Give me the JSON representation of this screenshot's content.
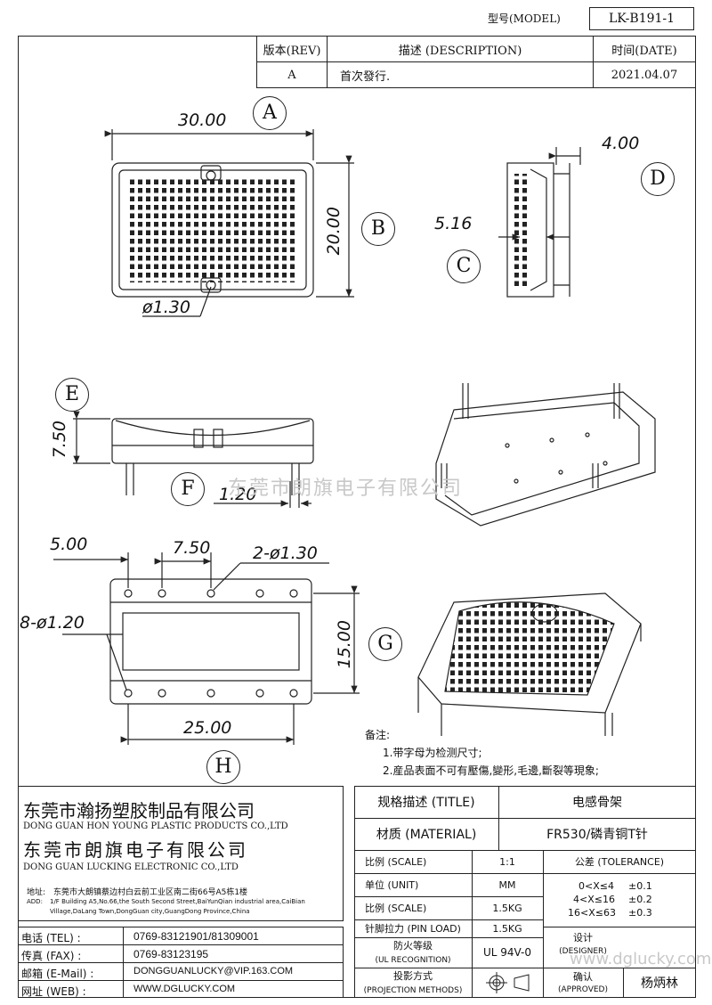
{
  "header": {
    "model_label": "型号(MODEL)",
    "model_value": "LK-B191-1"
  },
  "revision": {
    "col_rev": "版本(REV)",
    "col_desc": "描述 (DESCRIPTION)",
    "col_date": "时间(DATE)",
    "rev": "A",
    "desc": "首次發行.",
    "date": "2021.04.07"
  },
  "dimensions": {
    "width": "30.00",
    "height": "20.00",
    "side_top": "4.00",
    "side_mid": "5.16",
    "hole_dia": "ø1.30",
    "front_height": "7.50",
    "pin_w": "1.20",
    "pitch_start": "5.00",
    "pitch": "7.50",
    "holes_top": "2-ø1.30",
    "holes_side": "8-ø1.20",
    "bottom_height": "15.00",
    "bottom_width": "25.00"
  },
  "labels": {
    "A": "A",
    "B": "B",
    "C": "C",
    "D": "D",
    "E": "E",
    "F": "F",
    "G": "G",
    "H": "H"
  },
  "watermark": "东莞市朗旗电子有限公司",
  "notes": {
    "title": "备注:",
    "line1": "1.带字母为检测尺寸;",
    "line2": "2.産品表面不可有壓傷,變形,毛邊,斷裂等現象;"
  },
  "company": {
    "name1_cn": "东莞市瀚扬塑胶制品有限公司",
    "name1_en": "DONG GUAN HON YOUNG PLASTIC PRODUCTS CO.,LTD",
    "name2_cn": "东莞市朗旗电子有限公司",
    "name2_en": "DONG GUAN LUCKING ELECTRONIC CO.,LTD",
    "addr_label": "地址:",
    "addr_cn": "东莞市大朗镇蔡边村白云前工业区南二街66号A5栋1楼",
    "addr_en_label": "ADD:",
    "addr_en1": "1/F Building A5,No.66,the South Second Street,BaiYunQian industrial area,CaiBian",
    "addr_en2": "Village,DaLang Town,DongGuan city,GuangDong Province,China"
  },
  "contacts": [
    {
      "label": "电话 (TEL) :",
      "value": "0769-83121901/81309001"
    },
    {
      "label": "传真 (FAX) :",
      "value": "0769-83123195"
    },
    {
      "label": "邮箱 (E-Mail) :",
      "value": "DONGGUANLUCKY@VIP.163.COM"
    },
    {
      "label": "网址 (WEB) :",
      "value": "WWW.DGLUCKY.COM"
    }
  ],
  "titleblock": {
    "title_label": "规格描述 (TITLE)",
    "title_value": "电感骨架",
    "material_label": "材质 (MATERIAL)",
    "material_value": "FR530/磷青铜T针",
    "scale_label": "比例 (SCALE)",
    "scale_value": "1:1",
    "unit_label": "单位 (UNIT)",
    "unit_value": "MM",
    "scale2_label": "比例 (SCALE)",
    "scale2_value": "1.5KG",
    "pin_label": "针脚拉力 (PIN LOAD)",
    "pin_value": "1.5KG",
    "fire_label1": "防火等级",
    "fire_label2": "(UL RECOGNITION)",
    "fire_value": "UL 94V-0",
    "proj_label1": "投影方式",
    "proj_label2": "(PROJECTION METHODS)",
    "tol_label": "公差 (TOLERANCE)",
    "tol1": "0<X≤4",
    "tol1v": "±0.1",
    "tol2": "4<X≤16",
    "tol2v": "±0.2",
    "tol3": "16<X≤63",
    "tol3v": "±0.3",
    "designer_label1": "设计",
    "designer_label2": "(DESIGNER)",
    "approved_label1": "确认",
    "approved_label2": "(APPROVED)",
    "approver": "杨炳林",
    "site": "www.dglucky.com"
  }
}
